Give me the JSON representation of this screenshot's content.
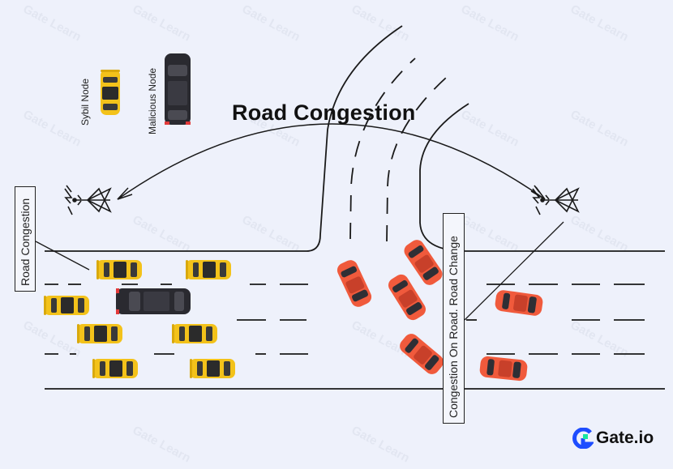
{
  "title": "Road Congestion",
  "left_label": "Road Congestion",
  "right_label": "Congestion On Road. Road Change",
  "legend": {
    "sybil": "Sybil Node",
    "malicious": "Malicious Node"
  },
  "logo": {
    "text": "Gate.io",
    "icon": "gate-logo-icon"
  },
  "watermark": "Gate Learn",
  "colors": {
    "background": "#eef1fb",
    "yellow_car": "#f3c21a",
    "red_car": "#f05a3c",
    "black_car": "#2a2a30",
    "line": "#1a1a1a",
    "logo_blue": "#1e4dff",
    "logo_green": "#17e6a1"
  }
}
